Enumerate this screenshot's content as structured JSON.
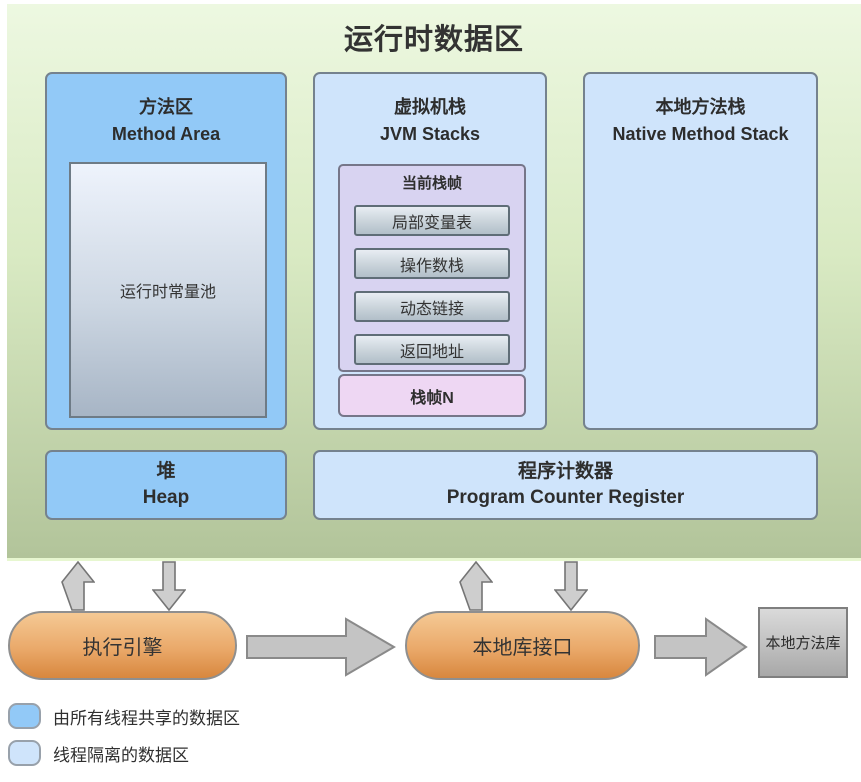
{
  "title": "运行时数据区",
  "method_area": {
    "zh": "方法区",
    "en": "Method Area",
    "constant_pool": "运行时常量池"
  },
  "jvm_stacks": {
    "zh": "虚拟机栈",
    "en": "JVM Stacks",
    "current_frame_label": "当前栈帧",
    "frame_items": [
      "局部变量表",
      "操作数栈",
      "动态链接",
      "返回地址"
    ],
    "frame_n": "栈帧N"
  },
  "native_method_stack": {
    "zh": "本地方法栈",
    "en": "Native Method Stack"
  },
  "heap": {
    "zh": "堆",
    "en": "Heap"
  },
  "pc_register": {
    "zh": "程序计数器",
    "en": "Program Counter Register"
  },
  "execution_engine": "执行引擎",
  "native_interface": "本地库接口",
  "native_library": "本地方法库",
  "legend": {
    "shared": "由所有线程共享的数据区",
    "isolated": "线程隔离的数据区"
  },
  "colors": {
    "shared_fill": "#92c9f7",
    "isolated_fill": "#cfe4fb",
    "green_top": "#edf8e1",
    "green_bottom": "#b2c49a",
    "current_frame_fill": "#d8d3f1",
    "frame_n_fill": "#eed7f3",
    "capsule_top": "#f5c994",
    "capsule_bottom": "#d8873e"
  }
}
